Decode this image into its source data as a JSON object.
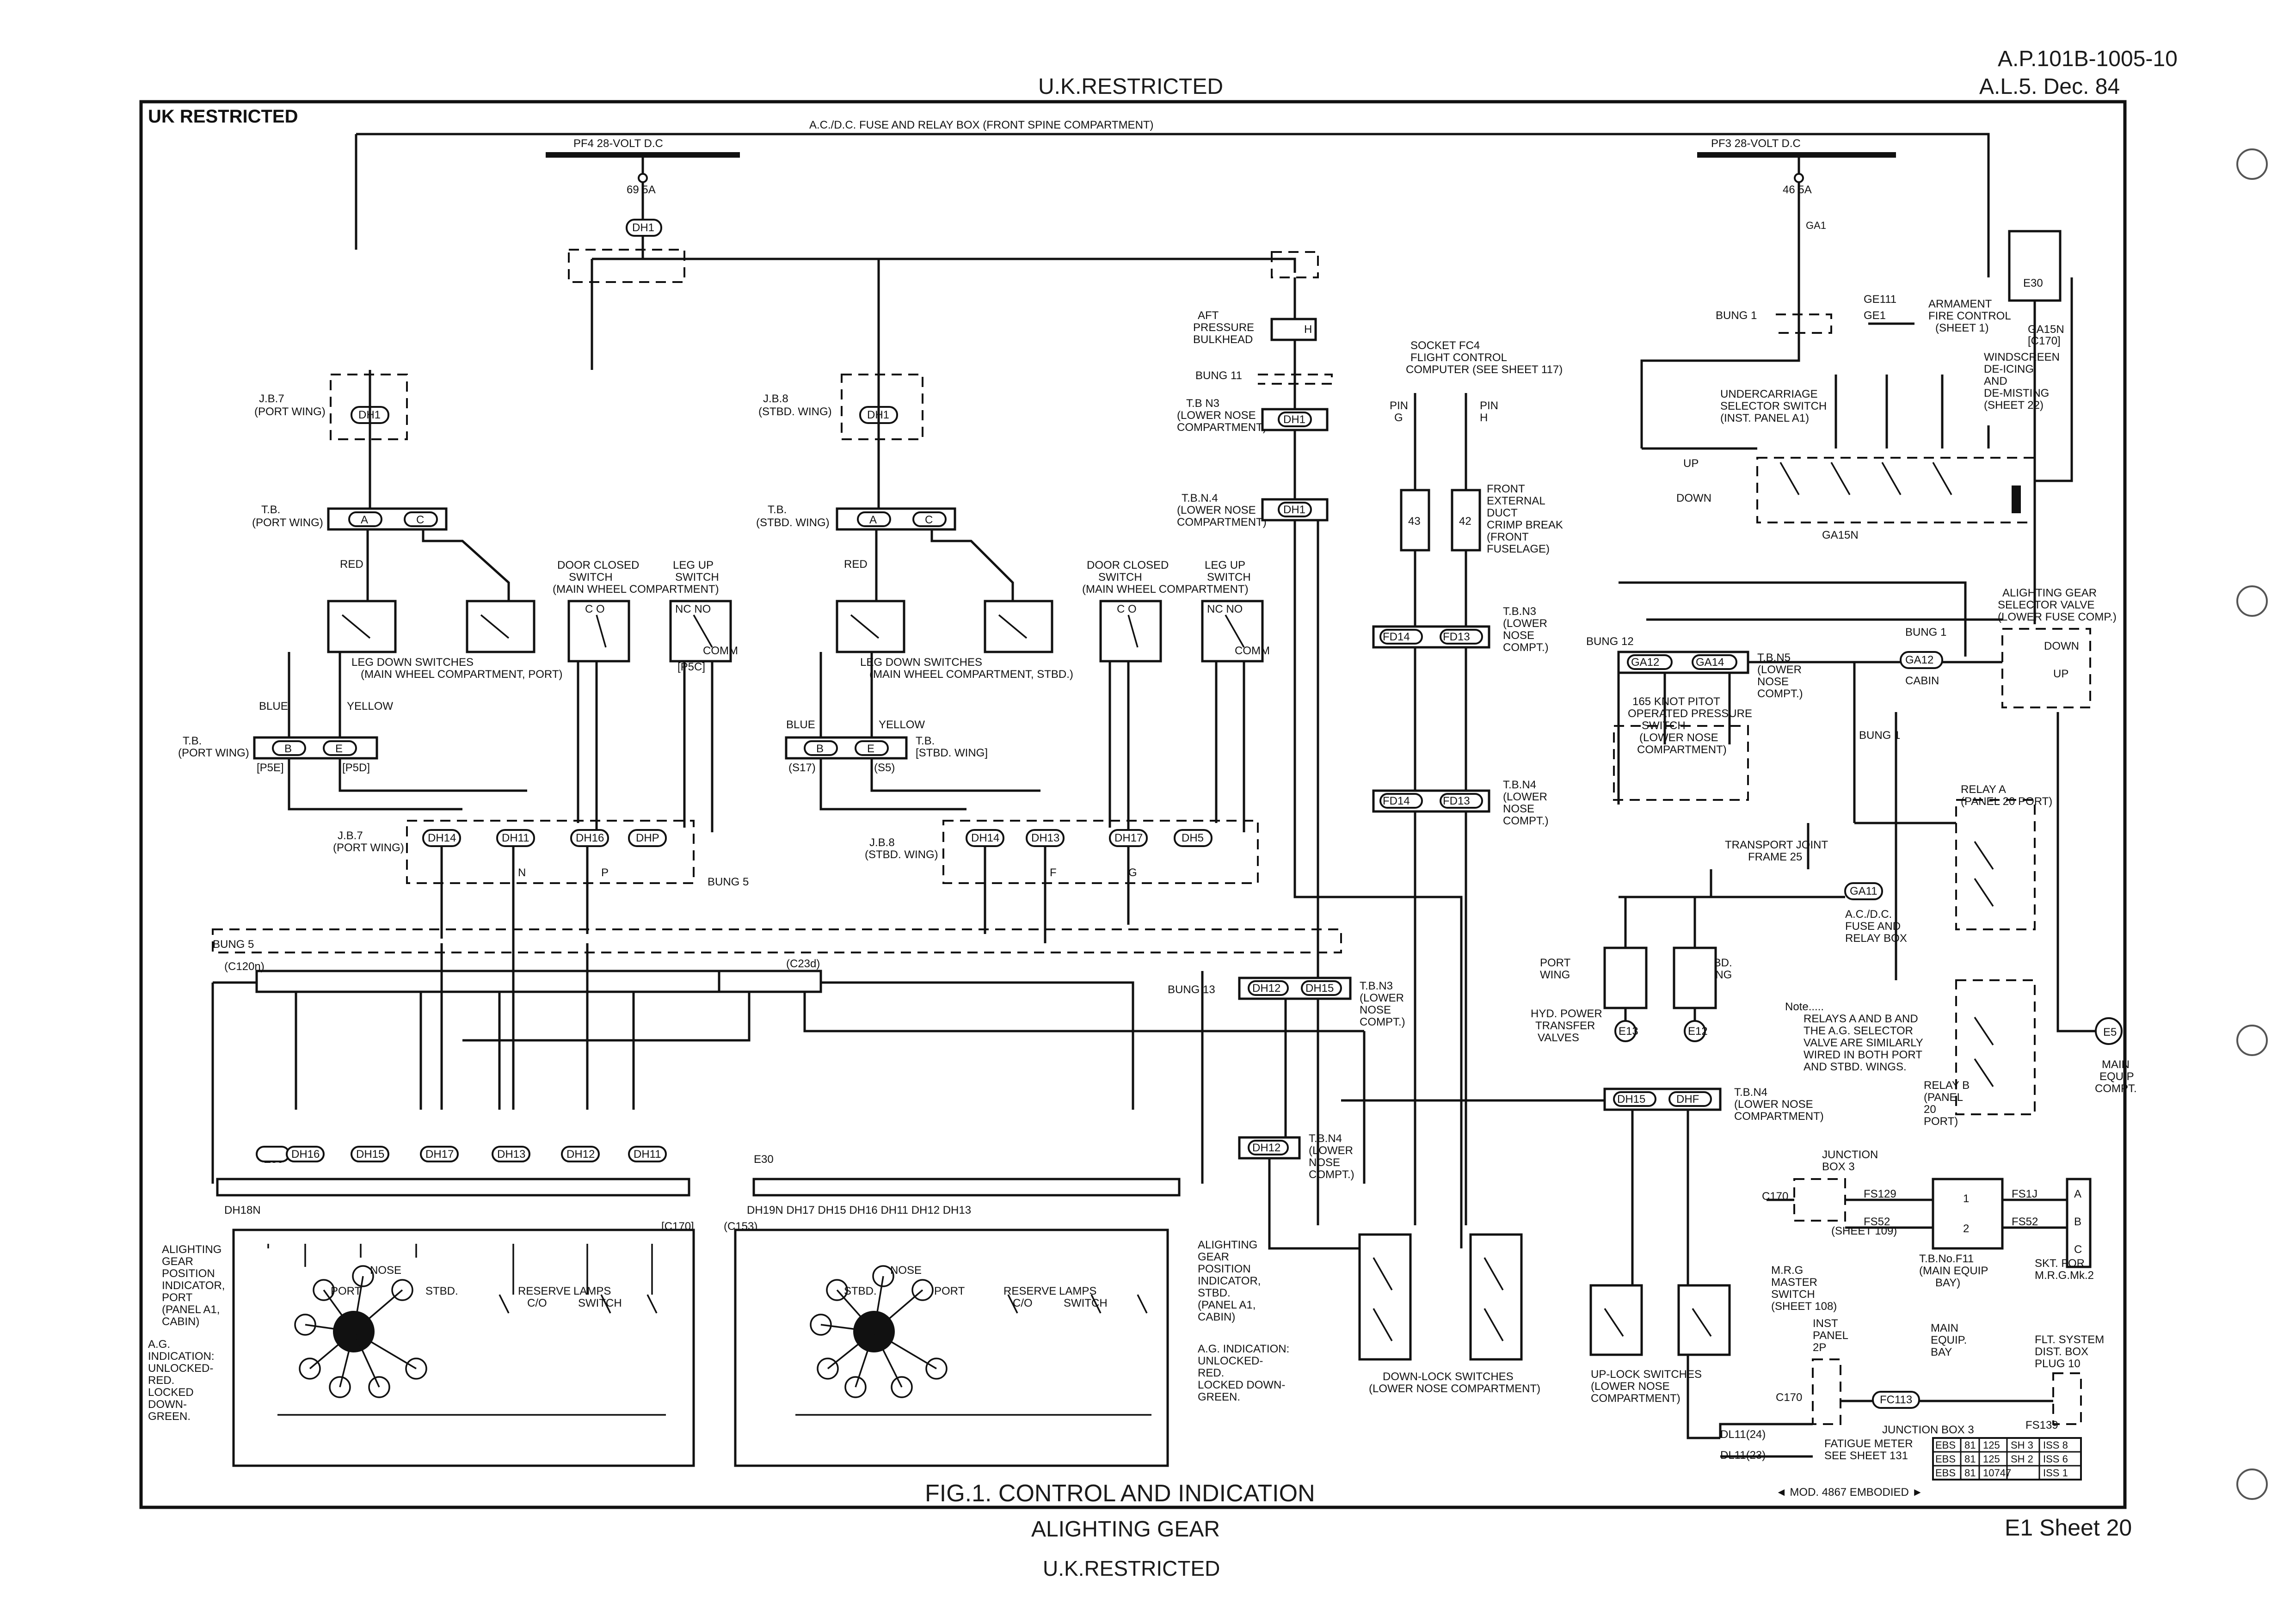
{
  "header": {
    "restricted_top": "U.K.RESTRICTED",
    "publication": "A.P.101B-1005-10",
    "amendment": "A.L.5. Dec. 84",
    "corner_label": "UK RESTRICTED"
  },
  "footer": {
    "figure_title": "FIG.1.  CONTROL AND INDICATION",
    "subtitle": "ALIGHTING  GEAR",
    "restricted_bottom": "U.K.RESTRICTED",
    "sheet": "E1 Sheet 20",
    "mod_note": "◄ MOD. 4867 EMBODIED ►"
  },
  "power": {
    "fuse_relay_box": "A.C./D.C. FUSE AND RELAY BOX  (FRONT SPINE COMPARTMENT)",
    "bus_left": "PF4  28-VOLT D.C",
    "bus_right": "PF3  28-VOLT D.C",
    "fuse_left": "69  5A",
    "fuse_right": "46  5A",
    "feed_right": "GA1"
  },
  "junction_boxes": {
    "jb7_top": "J.B.7\n(PORT WING)",
    "jb8_top": "J.B.8\n(STBD. WING)",
    "tb_port": "T.B.\n(PORT WING)",
    "tb_stbd": "T.B.\n(STBD. WING)",
    "jb7_bottom": "J.B.7\n(PORT WING)",
    "jb8_bottom": "J.B.8\n(STBD. WING)",
    "tb_port_bottom": "T.B.\n(PORT WING)",
    "tb_stbd_bottom": "T.B.\n(STBD. WING)"
  },
  "switches": {
    "leg_down_port": "LEG DOWN SWITCHES\n(MAIN WHEEL COMPARTMENT, PORT)",
    "leg_down_stbd": "LEG DOWN SWITCHES\n(MAIN WHEEL COMPARTMENT, STBD.)",
    "door_closed": "DOOR CLOSED\nSWITCH\n(MAIN WHEEL COMPARTMENT)",
    "leg_up": "LEG UP\nSWITCH",
    "down_lock": "DOWN-LOCK SWITCHES\n(LOWER NOSE COMPARTMENT)",
    "up_lock": "UP-LOCK SWITCHES\n(LOWER NOSE\nCOMPARTMENT)",
    "undercarriage_selector": "UNDERCARRIAGE\nSELECTOR SWITCH\n(INST. PANEL A1)",
    "up": "UP",
    "down": "DOWN"
  },
  "nose_area": {
    "aft_pressure": "AFT\nPRESSURE\nBULKHEAD",
    "bung11": "BUNG 11",
    "tbn3_top": "T.B.N3\n(LOWER NOSE\nCOMPARTMENT)",
    "tbn4_top": "T.B.N.4\n(LOWER NOSE\nCOMPARTMENT)",
    "socket_fc4": "SOCKET FC4\nFLIGHT CONTROL\nCOMPUTER (SEE SHEET 117)",
    "pin_g": "PIN\nG",
    "pin_h": "PIN\nH",
    "front_external": "FRONT\nEXTERNAL\nDUCT\nCRIMP BREAK\n(FRONT\nFUSELAGE)",
    "tbn3_mid": "T.B.N3\n(LOWER\nNOSE\nCOMPT.)",
    "tbn5": "T.B.N5\n(LOWER\nNOSE\nCOMPT.)",
    "pitot": "165 KNOT PITOT\nOPERATED PRESSURE\nSWITCH\n(LOWER NOSE\nCOMPARTMENT)",
    "tbn4_mid": "T.B.N4\n(LOWER\nNOSE\nCOMPT.)",
    "tbn3_low": "T.B.N3\n(LOWER\nNOSE\nCOMPT.)",
    "tbn4_low": "T.B.N4\n(LOWER\nNOSE\nCOMPT.)",
    "tbn4_right": "T.B.N4\n(LOWER NOSE\nCOMPARTMENT)"
  },
  "right_side": {
    "armament": "ARMAMENT\nFIRE CONTROL\n(SHEET 1)",
    "windscreen": "WINDSCREEN\nDE-ICING\nAND\nDE-MISTING\n(SHEET 22)",
    "ag_selector_valve": "ALIGHTING GEAR\nSELECTOR VALVE\n(LOWER FUSE COMP.)",
    "cabin": "CABIN",
    "relay_a": "RELAY A\n(PANEL 20 PORT)",
    "relay_b": "RELAY B\n(PANEL\n20\nPORT)",
    "transport_joint": "TRANSPORT JOINT\nFRAME 25",
    "acdc_box": "A.C./D.C.\nFUSE AND\nRELAY BOX",
    "port_wing": "PORT\nWING",
    "stbd_wing": "STBD.\nWING",
    "hyd_power": "HYD. POWER\nTRANSFER\nVALVES",
    "note": "Note.....\nRELAYS A AND B AND\nTHE A.G. SELECTOR\nVALVE ARE SIMILARLY\nWIRED IN BOTH PORT\nAND STBD. WINGS.",
    "main_equip": "MAIN\nEQUIP\nCOMPT.",
    "junction_box3_top": "JUNCTION\nBOX 3",
    "tb_no_f11": "T.B.No.F11\n(MAIN EQUIP\nBAY)",
    "skt_mrg": "SKT. FOR\nM.R.G.Mk.2",
    "mrg_master": "M.R.G\nMASTER\nSWITCH\n(SHEET 108)",
    "inst_panel": "INST\nPANEL\n2P",
    "main_equip_bay": "MAIN\nEQUIP.\nBAY",
    "flt_system": "FLT. SYSTEM\nDIST. BOX\nPLUG 10",
    "junction_box3_bottom": "JUNCTION BOX 3",
    "fatigue_meter": "FATIGUE METER\nSEE SHEET 131",
    "sheet109": "(SHEET 109)"
  },
  "indicators": {
    "port_title": "ALIGHTING\nGEAR\nPOSITION\nINDICATOR,\nPORT\n(PANEL A1,\nCABIN)",
    "port_note": "A.G.\nINDICATION:\nUNLOCKED-\nRED.\nLOCKED\nDOWN-\nGREEN.",
    "stbd_title": "ALIGHTING\nGEAR\nPOSITION\nINDICATOR,\nSTBD.\n(PANEL A1,\nCABIN)",
    "stbd_note": "A.G. INDICATION:\nUNLOCKED-\nRED.\nLOCKED DOWN-\nGREEN.",
    "nose": "NOSE",
    "port": "PORT",
    "stbd": "STBD.",
    "reserve": "RESERVE\nC/O",
    "lamps_switch": "LAMPS\nSWITCH"
  },
  "ebs_table": [
    [
      "EBS",
      "81",
      "125",
      "SH 3",
      "ISS 8"
    ],
    [
      "EBS",
      "81",
      "125",
      "SH 2",
      "ISS 6"
    ],
    [
      "EBS",
      "81",
      "10747",
      "",
      "ISS 1"
    ]
  ],
  "terminals": {
    "dh_top_left": [
      "DH14",
      "DH11",
      "DH16",
      "DHP"
    ],
    "dh_top_right": [
      "DH14",
      "DH13",
      "DH17",
      "DH5"
    ],
    "dh_bottom_left": [
      "DH16",
      "DH15",
      "DH17",
      "DH13",
      "DH12",
      "DH11"
    ],
    "dh_bottom_right": [
      "DH19N",
      "DH17",
      "DH15",
      "DH16",
      "DH11",
      "DH12",
      "DH13"
    ],
    "nose_mid": [
      "DH12",
      "DH15"
    ],
    "fd": [
      "FD14",
      "FD13"
    ],
    "ga": [
      "GA12",
      "GA14"
    ],
    "dh_right": [
      "DH15",
      "DHF"
    ]
  },
  "colors": {
    "ink": "#111111",
    "paper": "#ffffff"
  }
}
